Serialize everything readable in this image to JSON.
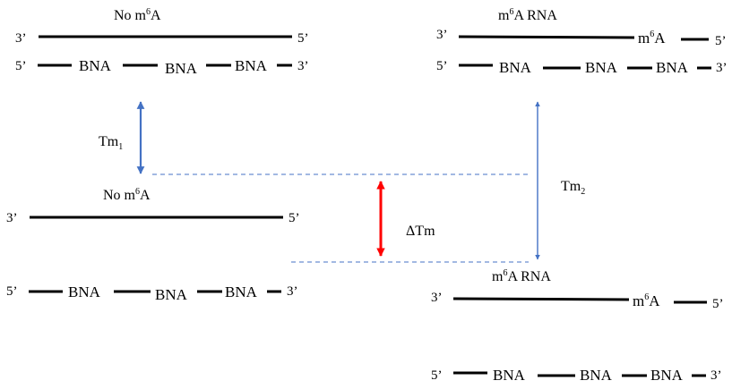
{
  "labels": {
    "no_m6a_top": "No m",
    "no_m6a_bottom": "No m",
    "m6a_rna_top": "m",
    "m6a_rna_bottom": "m",
    "sup_6": "6",
    "a_suffix": "A",
    "rna_suffix": "A RNA",
    "m6a_m": "m",
    "m6a_a": "A",
    "bna": "BNA",
    "end_3": "3’",
    "end_5": "5’",
    "tm": "Tm",
    "tm1_sub": "1",
    "tm2_sub": "2",
    "delta_tm": "ΔTm"
  },
  "colors": {
    "strand": "#000000",
    "tm_arrow": "#4472c4",
    "delta_arrow": "#ff0000",
    "dashed_line": "#4472c4"
  }
}
